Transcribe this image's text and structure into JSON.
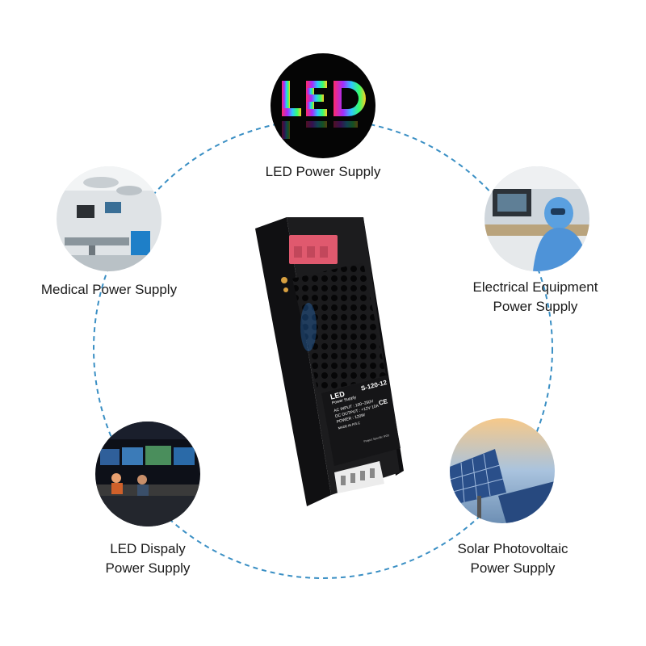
{
  "applications": {
    "led": {
      "label": "LED Power Supply",
      "icon": "led-sign-icon"
    },
    "medical": {
      "label": "Medical Power Supply",
      "icon": "operating-room-icon"
    },
    "electrical": {
      "line1": "Electrical Equipment",
      "line2": "Power Supply",
      "icon": "cleanroom-worker-icon"
    },
    "display": {
      "line1": "LED Dispaly",
      "line2": "Power Supply",
      "icon": "control-room-icon"
    },
    "solar": {
      "line1": "Solar Photovoltaic",
      "line2": "Power Supply",
      "icon": "solar-panel-icon"
    }
  },
  "product": {
    "brand_line1": "LED",
    "brand_line2": "Power Supply",
    "model": "S-120-12",
    "ac_input": "AC INPUT : 100~250V",
    "dc_output": "DC OUTPUT : +12V 10A",
    "power": "POWER : 120W",
    "origin": "MADE IN P.R.C",
    "extra": "Project Specific IP20",
    "ce_mark": "CE"
  },
  "colors": {
    "ring": "#3a8fc4",
    "housing": "#1b1b1d",
    "terminal_top": "#e0596e",
    "accent_blue": "#2f7fd6"
  }
}
